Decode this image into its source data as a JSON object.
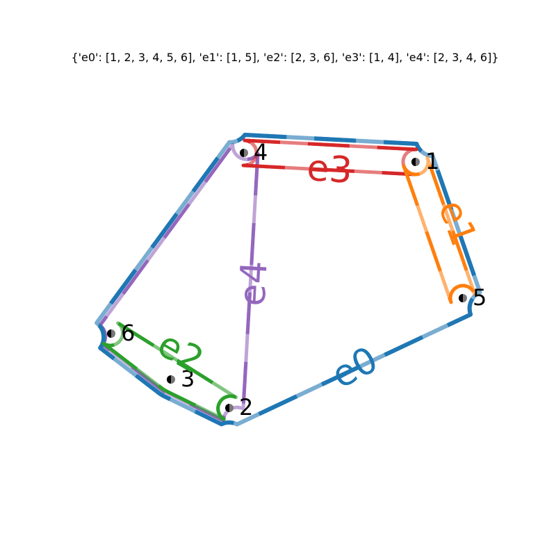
{
  "title": "{'e0': [1, 2, 3, 4, 5, 6], 'e1': [1, 5], 'e2': [2, 3, 6], 'e3': [1, 4], 'e4': [2, 3, 4, 6]}",
  "nodes": [
    {
      "id": "1",
      "label": "1"
    },
    {
      "id": "2",
      "label": "2"
    },
    {
      "id": "3",
      "label": "3"
    },
    {
      "id": "4",
      "label": "4"
    },
    {
      "id": "5",
      "label": "5"
    },
    {
      "id": "6",
      "label": "6"
    }
  ],
  "edges": [
    {
      "id": "e0",
      "label": "e0",
      "members": [
        "1",
        "2",
        "3",
        "4",
        "5",
        "6"
      ],
      "color": "#1f77b4"
    },
    {
      "id": "e1",
      "label": "e1",
      "members": [
        "1",
        "5"
      ],
      "color": "#ff7f0e"
    },
    {
      "id": "e2",
      "label": "e2",
      "members": [
        "2",
        "3",
        "6"
      ],
      "color": "#2ca02c"
    },
    {
      "id": "e3",
      "label": "e3",
      "members": [
        "1",
        "4"
      ],
      "color": "#d62728"
    },
    {
      "id": "e4",
      "label": "e4",
      "members": [
        "2",
        "3",
        "4",
        "6"
      ],
      "color": "#9467bd"
    }
  ]
}
